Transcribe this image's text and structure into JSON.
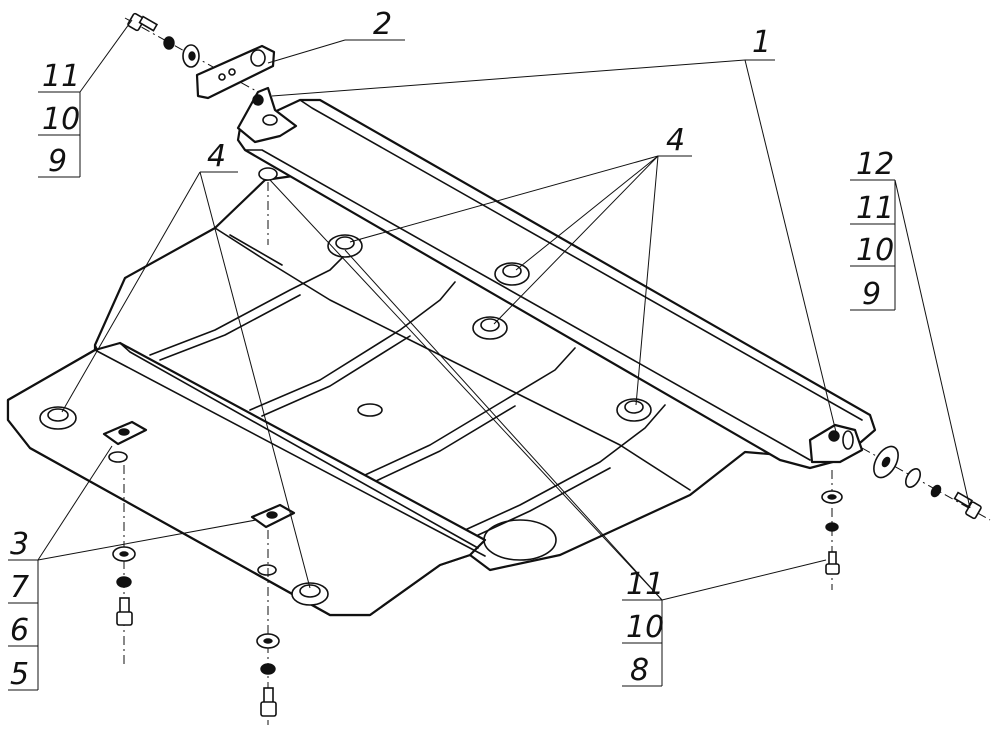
{
  "callouts": {
    "part_1": "1",
    "part_2": "2",
    "part_4_left": "4",
    "part_4_right": "4",
    "stack_top_left": [
      "11",
      "10",
      "9"
    ],
    "stack_right": [
      "12",
      "11",
      "10",
      "9"
    ],
    "stack_bottom_left": [
      "3",
      "7",
      "6",
      "5"
    ],
    "stack_bottom_right": [
      "11",
      "10",
      "8"
    ]
  }
}
